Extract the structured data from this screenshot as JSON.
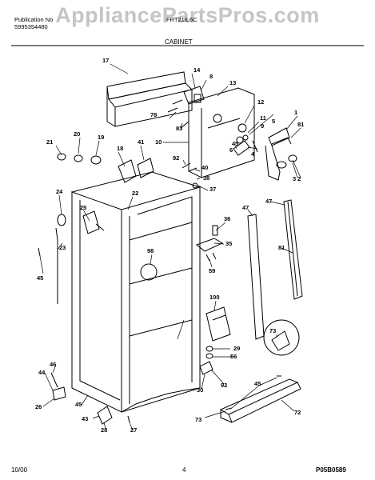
{
  "header": {
    "publication_label": "Publication No",
    "publication_number": "5995354480",
    "model": "FRT21IL6C",
    "section": "CABINET"
  },
  "watermark": "AppliancePartsPros.com",
  "footer": {
    "date": "10/00",
    "page": "4",
    "code": "P05B0589"
  },
  "callouts": [
    "17",
    "14",
    "8",
    "13",
    "12",
    "11",
    "9",
    "1",
    "5",
    "81",
    "6",
    "45",
    "78",
    "83",
    "10",
    "4",
    "3",
    "2",
    "20",
    "19",
    "21",
    "18",
    "41",
    "92",
    "40",
    "38",
    "37",
    "22",
    "24",
    "25",
    "36",
    "35",
    "59",
    "47",
    "47",
    "81",
    "23",
    "98",
    "45",
    "100",
    "73",
    "29",
    "56",
    "30",
    "92",
    "45",
    "46",
    "44",
    "26",
    "45",
    "72",
    "43",
    "28",
    "27",
    "73"
  ]
}
